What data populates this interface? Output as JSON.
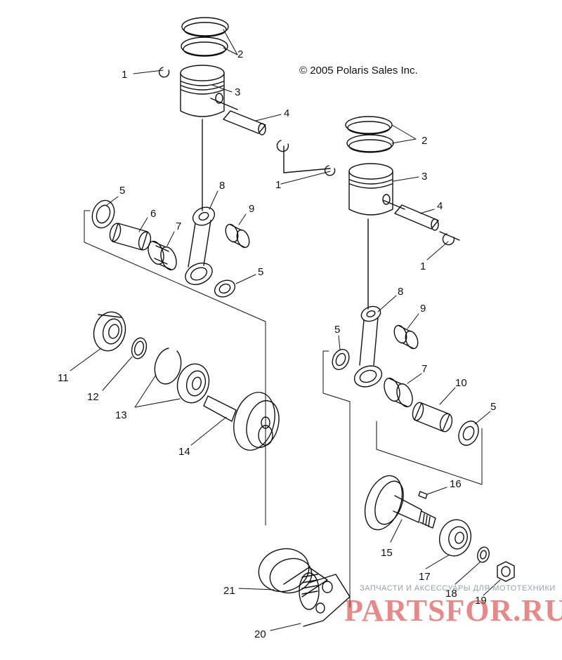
{
  "copyright": "© 2005 Polaris Sales Inc.",
  "watermark": {
    "small_text": "ЗАПЧАСТИ И АКСЕССУАРЫ ДЛЯ МОТОТЕХНИКИ",
    "logo_text": "PARTSFOR.RU"
  },
  "callouts": {
    "c1a": "1",
    "c2a": "2",
    "c3a": "3",
    "c4a": "4",
    "c1b": "1",
    "c2b": "2",
    "c3b": "3",
    "c4b": "4",
    "c1c": "1",
    "c5a": "5",
    "c6": "6",
    "c7a": "7",
    "c8a": "8",
    "c9a": "9",
    "c5b": "5",
    "c11": "11",
    "c12": "12",
    "c13": "13",
    "c14": "14",
    "c8b": "8",
    "c9b": "9",
    "c5c": "5",
    "c7b": "7",
    "c10": "10",
    "c5d": "5",
    "c16": "16",
    "c15": "15",
    "c17": "17",
    "c18": "18",
    "c19": "19",
    "c21": "21",
    "c20": "20"
  },
  "colors": {
    "ink": "#111111",
    "watermark_red": "#d22828",
    "watermark_gray": "#9aa0a8"
  }
}
